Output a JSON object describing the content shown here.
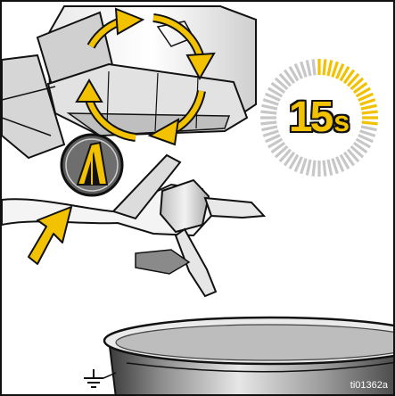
{
  "timer": {
    "value": "15",
    "unit": "s",
    "elapsed_fraction": 0.28
  },
  "figure_id": "ti01362a",
  "colors": {
    "accent": "#f2c100",
    "timer_track": "#c7c7c7",
    "outline": "#111111",
    "metal": "#d8d8d8",
    "bucket_dark": "#555555"
  },
  "icons": [
    "rotate-arrows-icon",
    "pointer-arrow-icon",
    "ground-symbol-icon"
  ]
}
